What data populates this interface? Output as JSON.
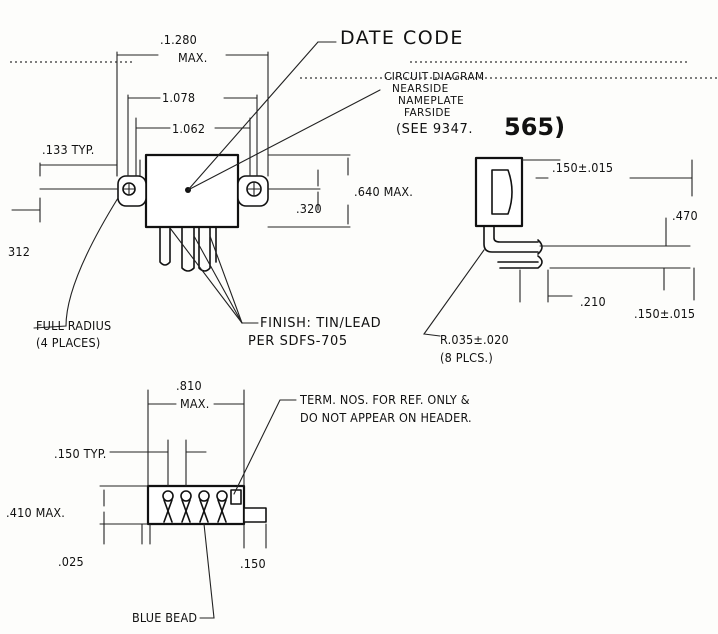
{
  "top_view": {
    "dim_1280": ".1.280",
    "dim_max_1": "MAX.",
    "dim_1078": "1.078",
    "dim_1062": "1.062",
    "dim_133": ".133 TYP.",
    "dim_312": "312",
    "dim_640": ".640 MAX.",
    "dim_320": ".320",
    "label_full_radius_1": "FULL RADIUS",
    "label_full_radius_2": "(4 PLACES)",
    "label_finish_1": "FINISH: TIN/LEAD",
    "label_finish_2": "PER SDFS-705",
    "label_date_code": "DATE CODE",
    "label_circuit_1": "CIRCUIT DIAGRAM",
    "label_circuit_2": "NEARSIDE",
    "label_circuit_3": "NAMEPLATE",
    "label_circuit_4": "FARSIDE",
    "label_circuit_5": "(SEE 9347.",
    "label_circuit_ref": "565)"
  },
  "side_view": {
    "dim_150a": ".150±.015",
    "dim_470": ".470",
    "dim_210": ".210",
    "dim_150b": ".150±.015",
    "label_radius_1": "R.035±.020",
    "label_radius_2": "(8 PLCS.)"
  },
  "bottom_view": {
    "dim_810": ".810",
    "dim_max": "MAX.",
    "dim_150typ": ".150 TYP.",
    "dim_410": ".410 MAX.",
    "dim_025": ".025",
    "dim_150": ".150",
    "label_term_1": "TERM. NOS. FOR REF. ONLY &",
    "label_term_2": "DO NOT APPEAR ON HEADER.",
    "label_blue_bead": "BLUE BEAD"
  }
}
